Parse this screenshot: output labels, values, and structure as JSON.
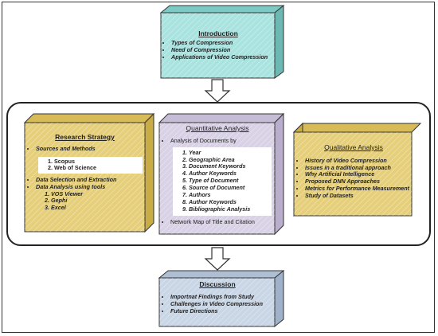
{
  "introduction": {
    "title": "Introduction",
    "items": [
      "Types of Compression",
      "Need of Compression",
      "Applications of Video Compression"
    ]
  },
  "research_strategy": {
    "title": "Research Strategy",
    "sources_heading": "Sources and Methods",
    "sources": [
      "Scopus",
      "Web of Science"
    ],
    "selection": "Data Selection and Extraction",
    "tools_heading": "Data Analysis using tools",
    "tools": [
      "VOS Viewer",
      "Gephi",
      "Excel"
    ]
  },
  "quantitative_analysis": {
    "title": "Quantitative Analysis",
    "analysis_heading": "Analysis of Documents by",
    "analysis_items": [
      "Year",
      "Geographic Area",
      "Document Keywords",
      "Author Keywords",
      "Type of Document",
      "Source of Document",
      "Authors",
      "Author Keywords",
      "Bibliographic Analysis"
    ],
    "network": "Network Map of Title and Citation"
  },
  "qualitative_analysis": {
    "title": "Qualitative Analysis",
    "items": [
      "History of Video Compression",
      "Issues in a traditional approach",
      "Why Artificial Intelligence",
      "Proposed DNN Approaches",
      "Metrics for Performance Measurement",
      "Study of Datasets"
    ]
  },
  "discussion": {
    "title": "Discussion",
    "items": [
      "Importnat Findings from Study",
      "Challenges in Video Compression",
      "Future Directions"
    ]
  },
  "colors": {
    "introduction": "#a9e3df",
    "research_strategy": "#e6cf7a",
    "quantitative_analysis": "#d9d2e6",
    "qualitative_analysis": "#e6cf7a",
    "discussion": "#c9d6e6"
  }
}
